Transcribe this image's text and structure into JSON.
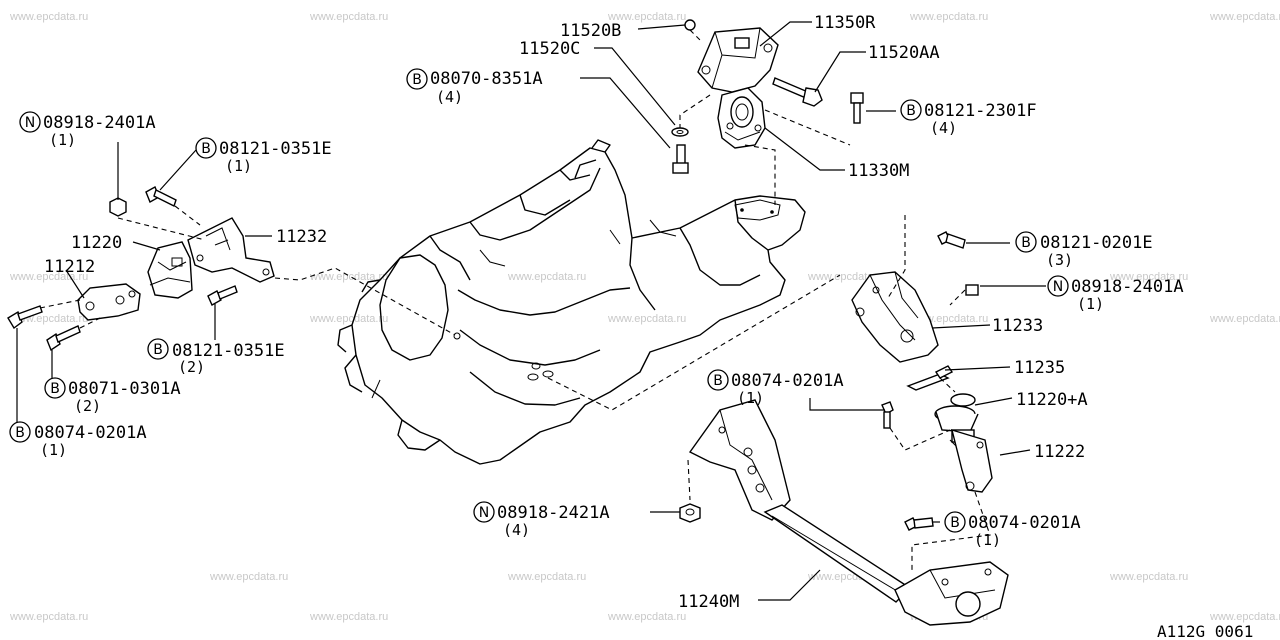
{
  "watermark": "www.epcdata.ru",
  "diagram_code": "A112G 0061",
  "callouts": [
    {
      "prefix": "",
      "part": "11520B",
      "qty": ""
    },
    {
      "prefix": "",
      "part": "11350R",
      "qty": ""
    },
    {
      "prefix": "",
      "part": "11520C",
      "qty": ""
    },
    {
      "prefix": "",
      "part": "11520AA",
      "qty": ""
    },
    {
      "prefix": "B",
      "part": "08070-8351A",
      "qty": "(4)"
    },
    {
      "prefix": "B",
      "part": "08121-2301F",
      "qty": "(4)"
    },
    {
      "prefix": "",
      "part": "11330M",
      "qty": ""
    },
    {
      "prefix": "N",
      "part": "08918-2401A",
      "qty": "(1)"
    },
    {
      "prefix": "B",
      "part": "08121-0351E",
      "qty": "(1)"
    },
    {
      "prefix": "",
      "part": "11220",
      "qty": ""
    },
    {
      "prefix": "",
      "part": "11232",
      "qty": ""
    },
    {
      "prefix": "",
      "part": "11212",
      "qty": ""
    },
    {
      "prefix": "B",
      "part": "08121-0351E",
      "qty": "(2)"
    },
    {
      "prefix": "B",
      "part": "08071-0301A",
      "qty": "(2)"
    },
    {
      "prefix": "B",
      "part": "08074-0201A",
      "qty": "(1)"
    },
    {
      "prefix": "B",
      "part": "08121-0201E",
      "qty": "(3)"
    },
    {
      "prefix": "N",
      "part": "08918-2401A",
      "qty": "(1)"
    },
    {
      "prefix": "",
      "part": "11233",
      "qty": ""
    },
    {
      "prefix": "",
      "part": "11235",
      "qty": ""
    },
    {
      "prefix": "B",
      "part": "08074-0201A",
      "qty": "(1)"
    },
    {
      "prefix": "",
      "part": "11220+A",
      "qty": ""
    },
    {
      "prefix": "",
      "part": "11222",
      "qty": ""
    },
    {
      "prefix": "N",
      "part": "08918-2421A",
      "qty": "(4)"
    },
    {
      "prefix": "B",
      "part": "08074-0201A",
      "qty": "(1)"
    },
    {
      "prefix": "",
      "part": "11240M",
      "qty": ""
    }
  ]
}
